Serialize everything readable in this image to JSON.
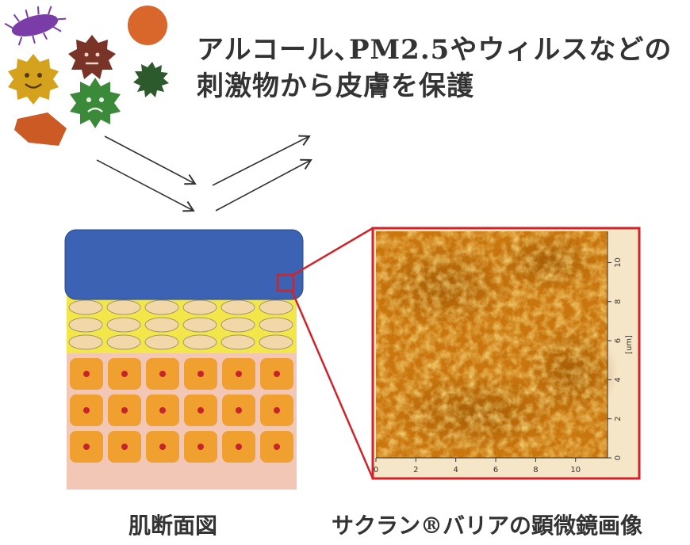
{
  "heading": {
    "line1": "アルコール､PM2.5やウィルスなどの",
    "line2": "刺激物から皮膚を保護"
  },
  "captions": {
    "skin": "肌断面図",
    "micro": "サクラン®バリアの顕微鏡画像"
  },
  "micrograph": {
    "x_ticks": [
      "0",
      "2",
      "4",
      "6",
      "8",
      "10"
    ],
    "y_ticks": [
      "0",
      "2",
      "4",
      "6",
      "8",
      "10"
    ],
    "y_unit": "[um]"
  },
  "colors": {
    "barrier": "#3c63b3",
    "highlight": "#d2232a",
    "yellow_layer": "#f3e64a",
    "pink_layer": "#f3c7b5",
    "cell": "#f0a02f",
    "nucleus": "#c8232c"
  }
}
